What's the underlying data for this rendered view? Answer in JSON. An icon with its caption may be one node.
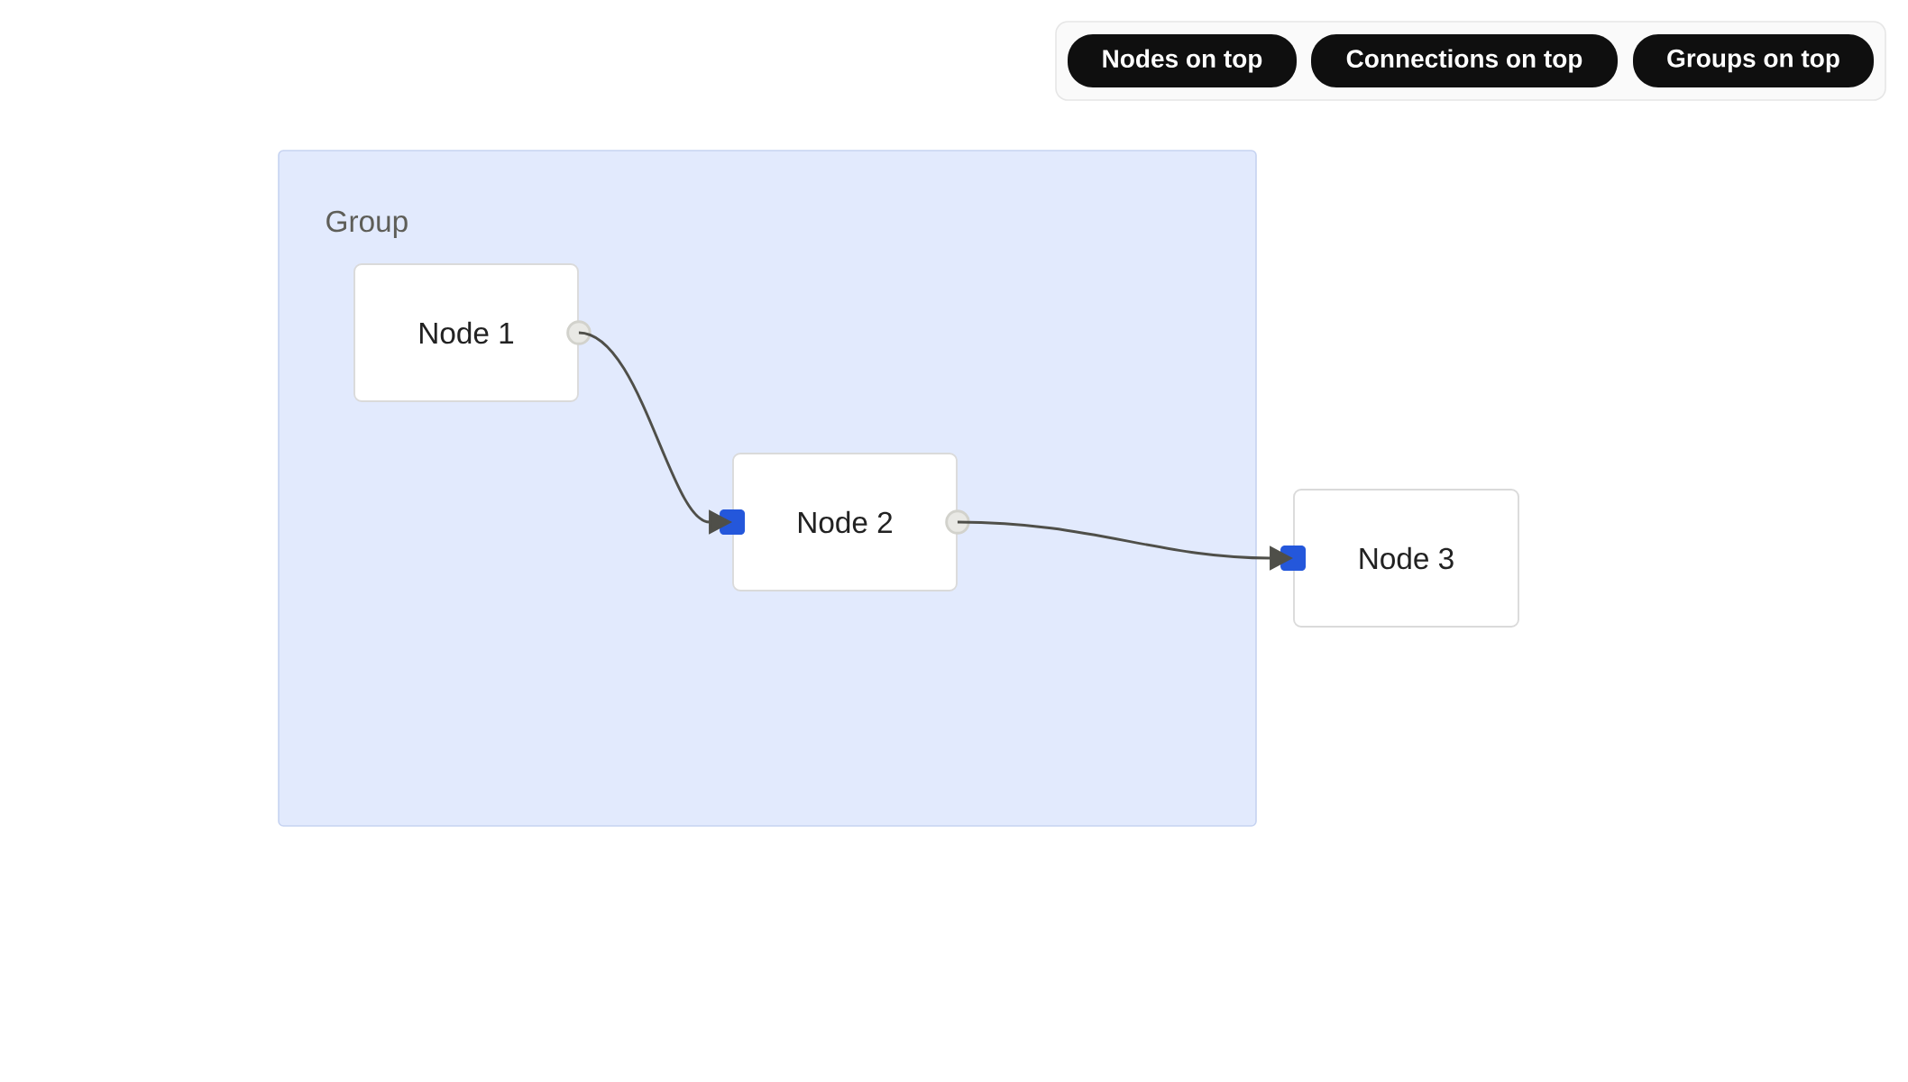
{
  "diagram": {
    "nodes": [
      {
        "text": [
          "Nodes on top"
        ]
      },
      {
        "text": [
          "Connections on top"
        ]
      },
      {
        "text": [
          "Groups on top"
        ]
      },
      {
        "text": [
          "Group"
        ]
      },
      {
        "text": [
          "Node 1"
        ],
        "in": 3
      },
      {
        "text": [
          "Node 2"
        ],
        "in": 3
      },
      {
        "text": [
          "Node 3"
        ]
      }
    ],
    "edges": [
      {
        "from": 4,
        "to": 5,
        "arrow": "to"
      },
      {
        "from": 5,
        "to": 6,
        "arrow": "to"
      }
    ]
  }
}
